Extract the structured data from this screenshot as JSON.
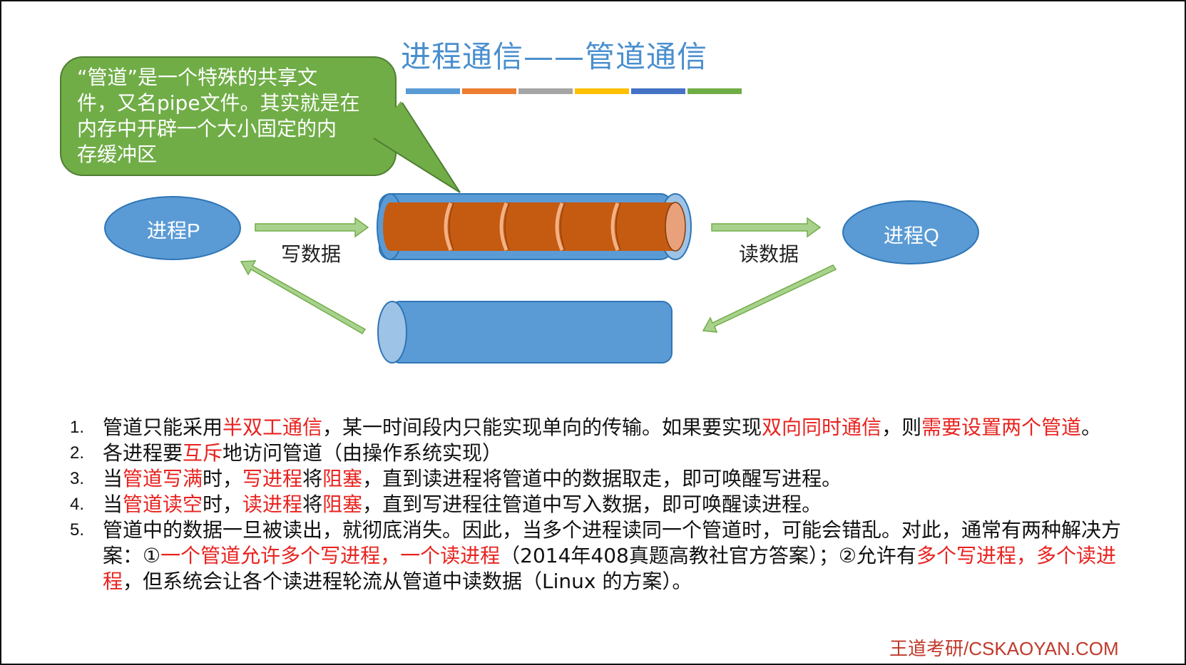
{
  "title": "进程通信——管道通信",
  "colors": {
    "title": "#4a8fcf",
    "bars": [
      "#5b9bd5",
      "#ed7d31",
      "#a5a5a5",
      "#ffc000",
      "#4472c4",
      "#70ad47"
    ],
    "callout_fill": "#70ad47",
    "pipe_outer": "#5b9bd5",
    "pipe_inner": "#c55a11",
    "arrow_fill": "#a9d18e",
    "highlight": "#e8231f",
    "footer": "#c0392b"
  },
  "callout": {
    "lines": [
      "“管道”是一个特殊的共享文",
      "件，又名pipe文件。其实就是在",
      "内存中开辟一个大小固定的内",
      "存缓冲区"
    ]
  },
  "diagram": {
    "process_p": "进程P",
    "process_q": "进程Q",
    "write_label": "写数据",
    "read_label": "读数据"
  },
  "points": [
    {
      "num": "1.",
      "segments": [
        {
          "t": "管道只能采用"
        },
        {
          "t": "半双工通信",
          "red": true
        },
        {
          "t": "，某一时间段内只能实现单向的传输。如果要实现"
        },
        {
          "t": "双向同时通信",
          "red": true
        },
        {
          "t": "，则"
        },
        {
          "t": "需要设置两个管道",
          "red": true
        },
        {
          "t": "。"
        }
      ]
    },
    {
      "num": "2.",
      "segments": [
        {
          "t": "各进程要"
        },
        {
          "t": "互斥",
          "red": true
        },
        {
          "t": "地访问管道（由操作系统实现）"
        }
      ]
    },
    {
      "num": "3.",
      "segments": [
        {
          "t": "当"
        },
        {
          "t": "管道写满",
          "red": true
        },
        {
          "t": "时，"
        },
        {
          "t": "写进程",
          "red": true
        },
        {
          "t": "将"
        },
        {
          "t": "阻塞",
          "red": true
        },
        {
          "t": "，直到读进程将管道中的数据取走，即可唤醒写进程。"
        }
      ]
    },
    {
      "num": "4.",
      "segments": [
        {
          "t": "当"
        },
        {
          "t": "管道读空",
          "red": true
        },
        {
          "t": "时，"
        },
        {
          "t": "读进程",
          "red": true
        },
        {
          "t": "将"
        },
        {
          "t": "阻塞",
          "red": true
        },
        {
          "t": "，直到写进程往管道中写入数据，即可唤醒读进程。"
        }
      ]
    },
    {
      "num": "5.",
      "segments": [
        {
          "t": "管道中的数据一旦被读出，就彻底消失。因此，当多个进程读同一个管道时，可能会错乱。对此，通常有两种解决方案：①"
        },
        {
          "t": "一个管道允许多个写进程，一个读进程",
          "red": true
        },
        {
          "t": "（2014年408真题高教社官方答案）；②允许有"
        },
        {
          "t": "多个写进程，多个读进程",
          "red": true
        },
        {
          "t": "，但系统会让各个读进程轮流从管道中读数据（Linux 的方案）。"
        }
      ]
    }
  ],
  "footer": "王道考研/CSKAOYAN.COM"
}
